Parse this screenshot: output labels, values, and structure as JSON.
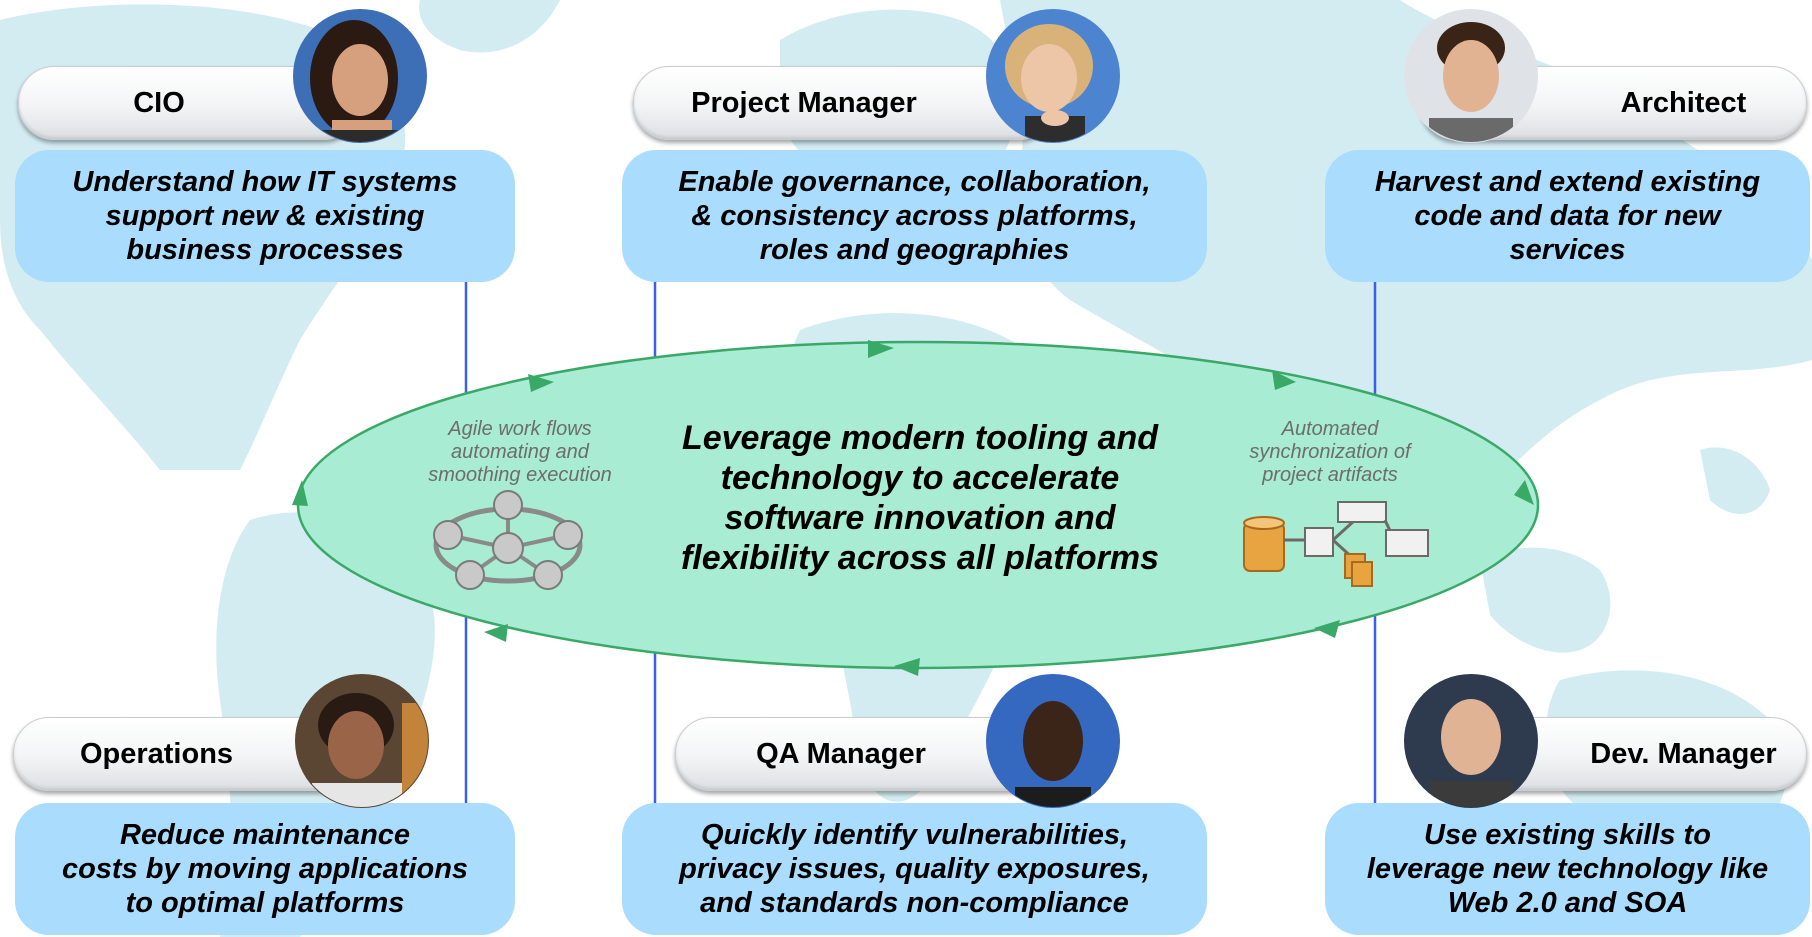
{
  "center": {
    "text": "Leverage modern tooling and\ntechnology to accelerate\nsoftware innovation and\nflexibility across all platforms"
  },
  "captions": {
    "left": "Agile work flows\nautomating and\nsmoothing execution",
    "right": "Automated\nsynchronization of\nproject artifacts"
  },
  "roles": [
    {
      "title": "CIO",
      "goal": "Understand how IT systems\nsupport new & existing\nbusiness processes"
    },
    {
      "title": "Project Manager",
      "goal": "Enable governance, collaboration,\n& consistency across platforms,\nroles and geographies"
    },
    {
      "title": "Architect",
      "goal": "Harvest and extend existing\ncode and data for new\nservices"
    },
    {
      "title": "Operations",
      "goal": "Reduce maintenance\ncosts by moving applications\nto optimal platforms"
    },
    {
      "title": "QA Manager",
      "goal": "Quickly identify vulnerabilities,\nprivacy issues, quality exposures,\nand standards non-compliance"
    },
    {
      "title": "Dev. Manager",
      "goal": "Use existing skills to\nleverage new technology like\nWeb 2.0 and SOA"
    }
  ],
  "colors": {
    "goal_box": "#a9dcfd",
    "ellipse_fill": "#a8ecd4",
    "ellipse_stroke": "#3aa866",
    "connector": "#3b5fe8",
    "map": "#d3ecf2"
  }
}
